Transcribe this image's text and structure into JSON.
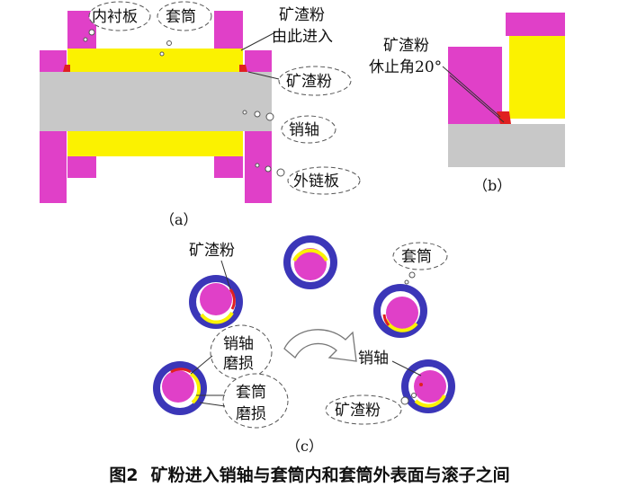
{
  "colors": {
    "pink": "#e040c8",
    "yellow": "#fbf200",
    "gray": "#c8c8c8",
    "blue": "#3b36b8",
    "red": "#e02020",
    "tan": "#e8c070"
  },
  "panel_a": {
    "label": "（a）",
    "inner_plate": "内衬板",
    "sleeve": "套筒",
    "dust_enter_1": "矿渣粉",
    "dust_enter_2": "由此进入",
    "dust": "矿渣粉",
    "pin": "销轴",
    "outer_plate": "外链板"
  },
  "panel_b": {
    "label": "（b）",
    "dust": "矿渣粉",
    "angle": "休止角20°"
  },
  "panel_c": {
    "label": "（c）",
    "dust_top": "矿渣粉",
    "sleeve": "套筒",
    "pin_wear_1": "销轴",
    "pin_wear_2": "磨损",
    "sleeve_wear_1": "套筒",
    "sleeve_wear_2": "磨损",
    "pin": "销轴",
    "dust_bottom": "矿渣粉"
  },
  "caption": {
    "number": "图2",
    "text": "矿粉进入销轴与套筒内和套筒外表面与滚子之间"
  }
}
